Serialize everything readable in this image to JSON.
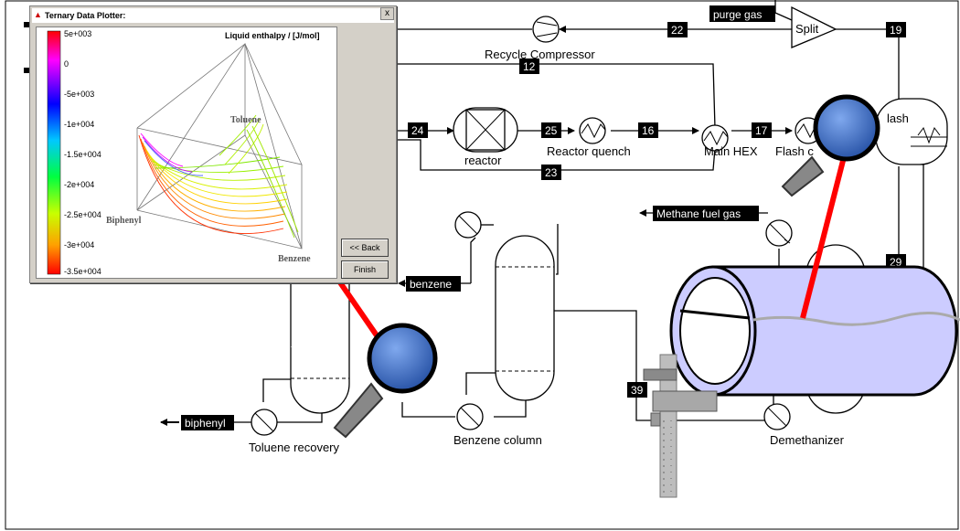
{
  "streams": {
    "s12": "12",
    "s16": "16",
    "s17": "17",
    "s19": "19",
    "s22": "22",
    "s23": "23",
    "s24": "24",
    "s25": "25",
    "s29": "29",
    "s39": "39"
  },
  "units": {
    "recycle_compressor": "Recycle Compressor",
    "split": "Split",
    "reactor": "reactor",
    "reactor_quench": "Reactor quench",
    "main_hex": "Main HEX",
    "flash_cooler": "Flash c",
    "flash": "lash",
    "toluene_recovery": "Toluene recovery",
    "benzene_column": "Benzene column",
    "demethanizer": "Demethanizer"
  },
  "products": {
    "purge_gas": "purge gas",
    "methane_fuel_gas": "Methane fuel gas",
    "benzene": "benzene",
    "biphenyl": "biphenyl"
  },
  "plotter": {
    "title": "Ternary Data Plotter:",
    "close": "x",
    "plot_title": "Liquid enthalpy / [J/mol]",
    "scale_labels": [
      "5e+003",
      "0",
      "-5e+003",
      "-1e+004",
      "-1.5e+004",
      "-2e+004",
      "-2.5e+004",
      "-3e+004",
      "-3.5e+004"
    ],
    "vertex_toluene": "Toluene",
    "vertex_biphenyl": "Biphenyl",
    "vertex_benzene": "Benzene",
    "back_button": "<< Back",
    "finish_button": "Finish"
  },
  "colors": {
    "vessel_fill": "#ccccff",
    "magnifier_glass": "#3f73c6",
    "magnifier_handle": "#ff0000"
  }
}
